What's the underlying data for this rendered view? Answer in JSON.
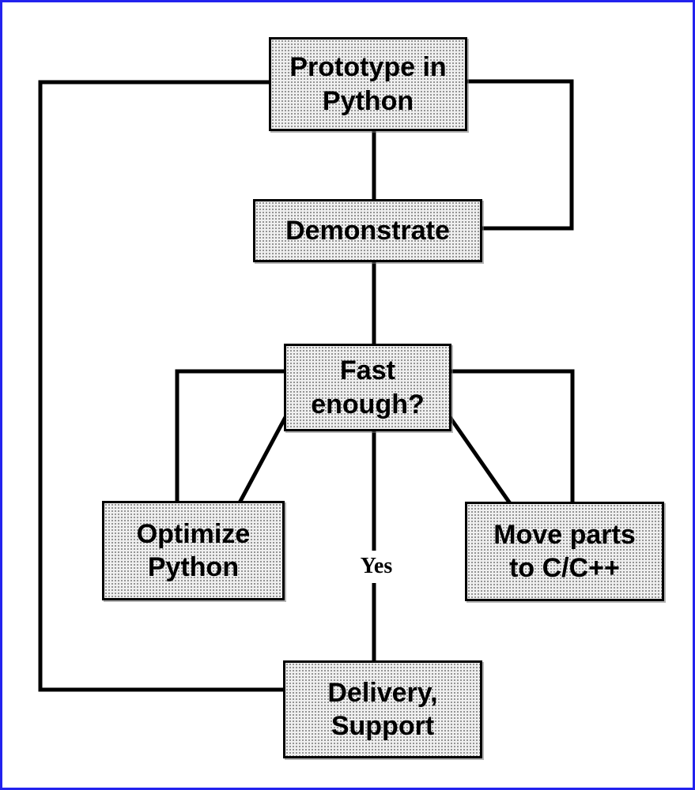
{
  "diagram": {
    "type": "flowchart",
    "nodes": {
      "prototype": {
        "label": "Prototype in\nPython"
      },
      "demonstrate": {
        "label": "Demonstrate"
      },
      "fast_enough": {
        "label": "Fast\nenough?"
      },
      "optimize_python": {
        "label": "Optimize\nPython"
      },
      "move_parts": {
        "label": "Move parts\nto C/C++"
      },
      "delivery": {
        "label": "Delivery,\nSupport"
      }
    },
    "edge_labels": {
      "yes": "Yes"
    },
    "edges": [
      {
        "from": "prototype",
        "to": "demonstrate"
      },
      {
        "from": "demonstrate",
        "to": "prototype"
      },
      {
        "from": "demonstrate",
        "to": "fast_enough"
      },
      {
        "from": "fast_enough",
        "to": "optimize_python"
      },
      {
        "from": "optimize_python",
        "to": "fast_enough"
      },
      {
        "from": "fast_enough",
        "to": "move_parts"
      },
      {
        "from": "move_parts",
        "to": "fast_enough"
      },
      {
        "from": "fast_enough",
        "to": "delivery",
        "label": "Yes"
      },
      {
        "from": "delivery",
        "to": "prototype"
      }
    ],
    "colors": {
      "page_border": "#2222ee",
      "node_fill": "#cccccc",
      "node_border": "#000000",
      "line": "#000000",
      "text": "#000000",
      "background": "#ffffff"
    }
  }
}
